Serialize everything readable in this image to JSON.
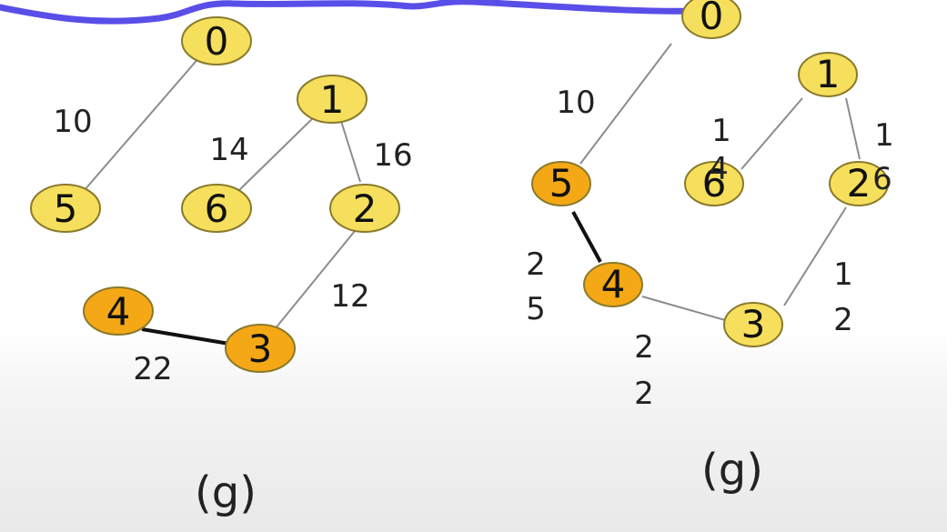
{
  "colors": {
    "node_default": "#f5df5c",
    "node_selected": "#f5a815",
    "node_stroke": "#8a7a2c",
    "edge_default": "#8c8c8c",
    "edge_selected": "#111111",
    "marker": "#5a4ee8"
  },
  "left_graph": {
    "caption": "(g)",
    "nodes": [
      {
        "label": "0",
        "state": "default"
      },
      {
        "label": "1",
        "state": "default"
      },
      {
        "label": "5",
        "state": "default"
      },
      {
        "label": "6",
        "state": "default"
      },
      {
        "label": "2",
        "state": "default"
      },
      {
        "label": "4",
        "state": "selected"
      },
      {
        "label": "3",
        "state": "selected"
      }
    ],
    "edges": [
      {
        "from": "0",
        "to": "5",
        "weight": [
          "10"
        ],
        "state": "default"
      },
      {
        "from": "1",
        "to": "6",
        "weight": [
          "14"
        ],
        "state": "default"
      },
      {
        "from": "1",
        "to": "2",
        "weight": [
          "16"
        ],
        "state": "default"
      },
      {
        "from": "2",
        "to": "3",
        "weight": [
          "12"
        ],
        "state": "default"
      },
      {
        "from": "4",
        "to": "3",
        "weight": [
          "22"
        ],
        "state": "selected"
      }
    ]
  },
  "right_graph": {
    "caption": "(g)",
    "nodes": [
      {
        "label": "0",
        "state": "default"
      },
      {
        "label": "1",
        "state": "default"
      },
      {
        "label": "5",
        "state": "selected"
      },
      {
        "label": "6",
        "state": "default"
      },
      {
        "label": "2",
        "state": "default"
      },
      {
        "label": "4",
        "state": "selected"
      },
      {
        "label": "3",
        "state": "default"
      }
    ],
    "edges": [
      {
        "from": "0",
        "to": "5",
        "weight": [
          "10"
        ],
        "state": "default"
      },
      {
        "from": "1",
        "to": "6",
        "weight": [
          "1",
          "4"
        ],
        "state": "default"
      },
      {
        "from": "1",
        "to": "2",
        "weight": [
          "1",
          "6"
        ],
        "state": "default"
      },
      {
        "from": "2",
        "to": "3",
        "weight": [
          "1",
          "2"
        ],
        "state": "default"
      },
      {
        "from": "5",
        "to": "4",
        "weight": [
          "2",
          "5"
        ],
        "state": "selected"
      },
      {
        "from": "4",
        "to": "3",
        "weight": [
          "2",
          "2"
        ],
        "state": "default"
      }
    ]
  }
}
